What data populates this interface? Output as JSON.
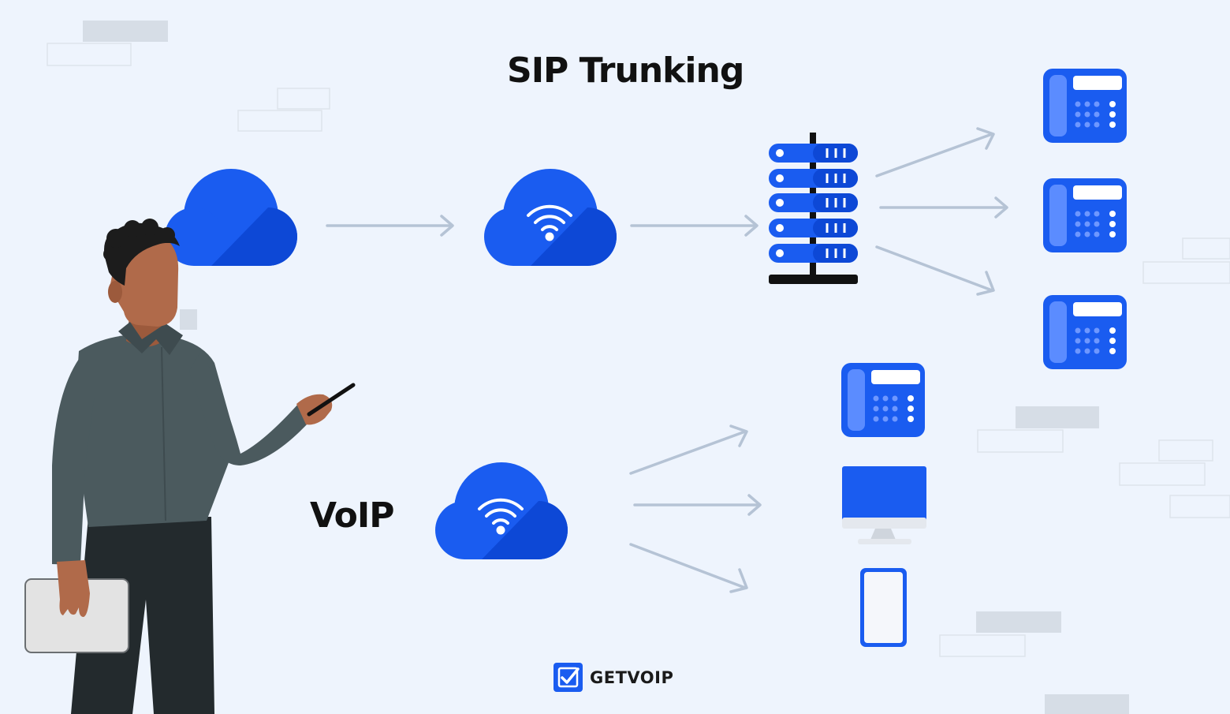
{
  "title": "SIP Trunking",
  "voip_label": "VoIP",
  "brand": {
    "name": "GETVOIP",
    "icon": "checkmark-logo-icon"
  },
  "colors": {
    "background": "#eef4fd",
    "accent_blue": "#1a5cf0",
    "accent_blue_dark": "#0d48d6",
    "arrow": "#b5c3d5",
    "text": "#111111",
    "shirt": "#4b5a5e",
    "skin": "#b06a4a",
    "hair": "#1c1c1c",
    "pants": "#232a2d"
  },
  "sip_flow": {
    "nodes": [
      "internet-cloud-icon",
      "wifi-cloud-icon",
      "sip-server-rack-icon"
    ],
    "endpoints": [
      "desk-phone-icon",
      "desk-phone-icon",
      "desk-phone-icon"
    ]
  },
  "voip_flow": {
    "nodes": [
      "wifi-cloud-icon"
    ],
    "endpoints": [
      "desk-phone-icon",
      "desktop-computer-icon",
      "mobile-phone-icon"
    ]
  },
  "presenter": "presenter-with-pointer-and-tablet"
}
